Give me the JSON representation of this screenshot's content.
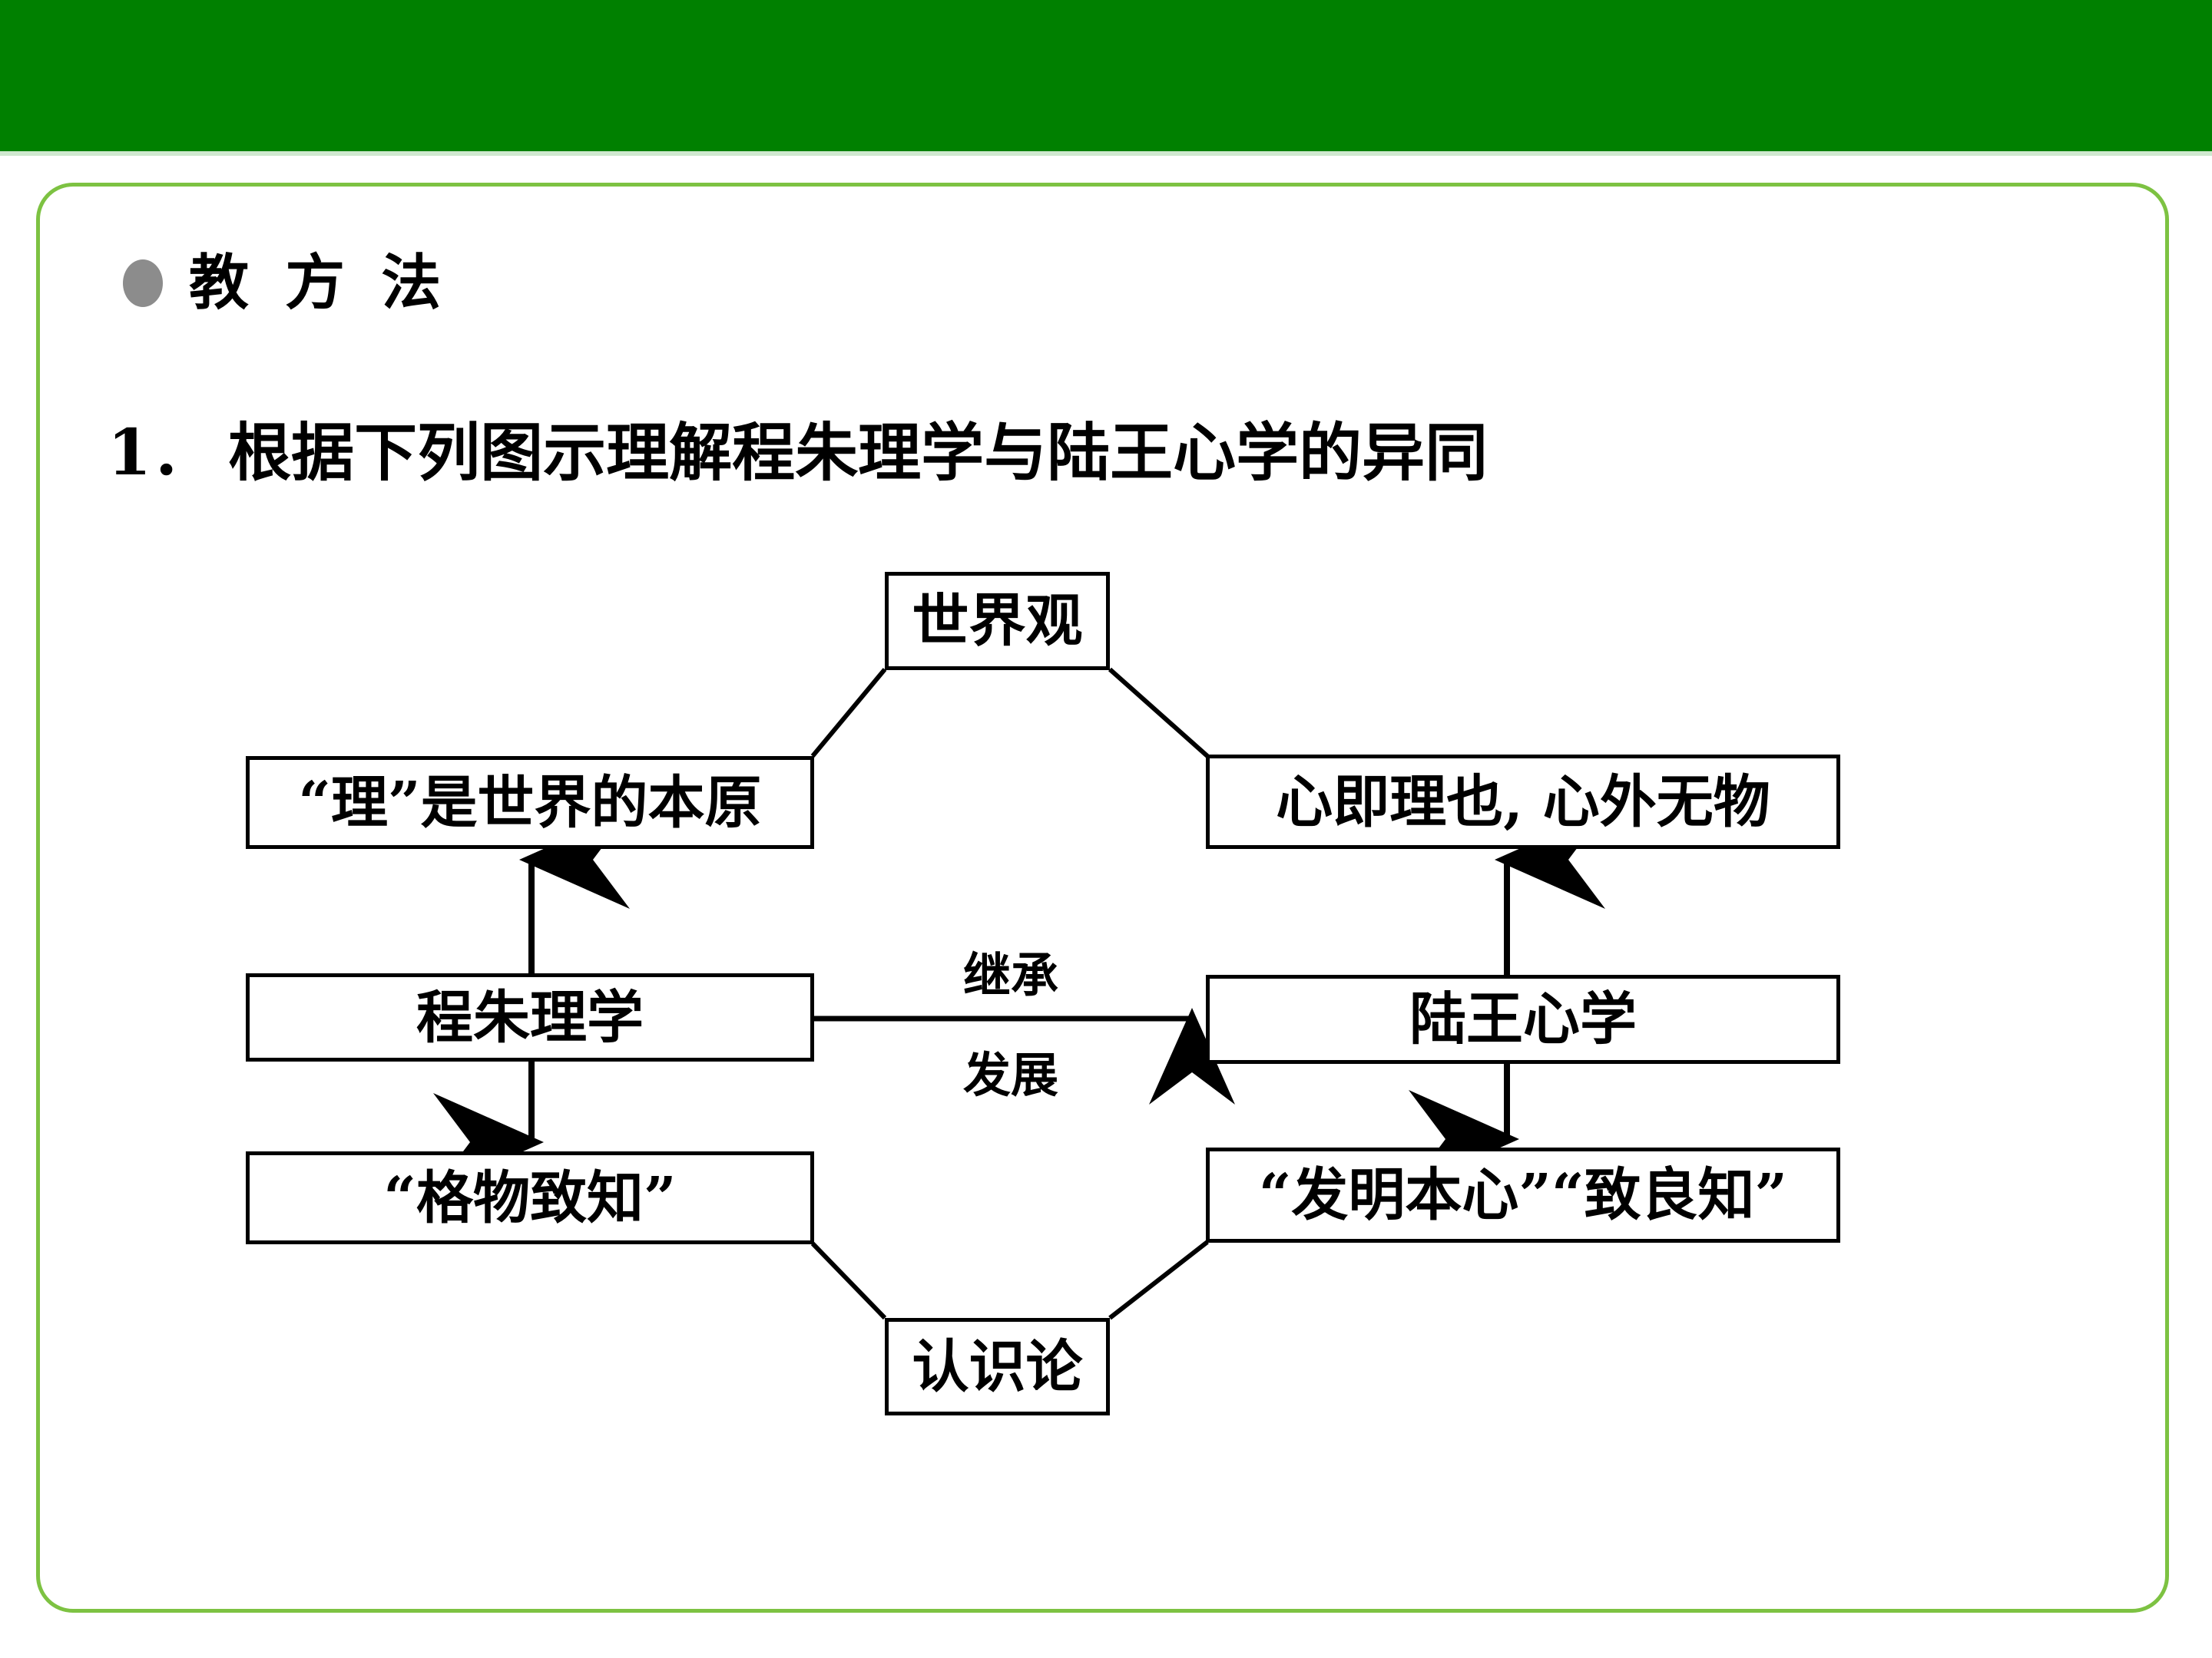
{
  "slide": {
    "banner_color": "#008000",
    "frame_border_color": "#7DC242",
    "bullet_color": "#8c8c8c",
    "bullet_heading": "教 方 法",
    "question_number": "1．",
    "question_text": "根据下列图示理解程朱理学与陆王心学的异同"
  },
  "diagram": {
    "type": "flow-diagram",
    "nodes": [
      {
        "id": "worldview",
        "label": "世界观"
      },
      {
        "id": "left-top",
        "label": "“理”是世界的本原"
      },
      {
        "id": "right-top",
        "label": "心即理也, 心外无物"
      },
      {
        "id": "left-mid",
        "label": "程朱理学"
      },
      {
        "id": "right-mid",
        "label": "陆王心学"
      },
      {
        "id": "left-bot",
        "label": "“格物致知”"
      },
      {
        "id": "right-bot",
        "label": "“发明本心”“致良知”"
      },
      {
        "id": "epistem",
        "label": "认识论"
      }
    ],
    "edge_labels": {
      "inherit": "继承",
      "develop": "发展"
    },
    "edges": [
      {
        "from": "worldview",
        "to": "left-top",
        "style": "plain-line"
      },
      {
        "from": "worldview",
        "to": "right-top",
        "style": "plain-line"
      },
      {
        "from": "left-mid",
        "to": "left-top",
        "style": "arrow-up"
      },
      {
        "from": "left-mid",
        "to": "left-bot",
        "style": "arrow-down"
      },
      {
        "from": "right-mid",
        "to": "right-top",
        "style": "arrow-up"
      },
      {
        "from": "right-mid",
        "to": "right-bot",
        "style": "arrow-down"
      },
      {
        "from": "left-mid",
        "to": "right-mid",
        "style": "arrow-right"
      },
      {
        "from": "left-bot",
        "to": "epistem",
        "style": "plain-line"
      },
      {
        "from": "right-bot",
        "to": "epistem",
        "style": "plain-line"
      }
    ]
  }
}
